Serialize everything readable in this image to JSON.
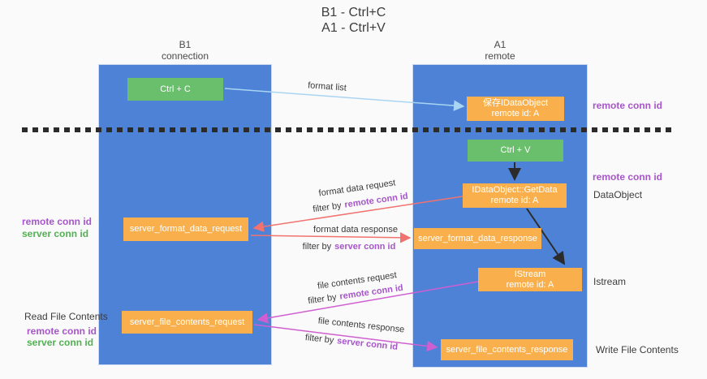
{
  "title": {
    "line1": "B1 - Ctrl+C",
    "line2": "A1 - Ctrl+V"
  },
  "lanes": {
    "b1": {
      "name": "B1",
      "role": "connection"
    },
    "a1": {
      "name": "A1",
      "role": "remote"
    }
  },
  "nodes": {
    "ctrl_c": {
      "label": "Ctrl + C"
    },
    "ctrl_v": {
      "label": "Ctrl + V"
    },
    "save_dataobject": {
      "line1": "保存IDataObject",
      "line2": "remote id: A"
    },
    "getdata": {
      "line1": "IDataObject::GetData",
      "line2": "remote id: A"
    },
    "istream": {
      "line1": "IStream",
      "line2": "remote id: A"
    },
    "server_format_data_request": {
      "label": "server_format_data_request"
    },
    "server_format_data_response": {
      "label": "server_format_data_response"
    },
    "server_file_contents_request": {
      "label": "server_file_contents_request"
    },
    "server_file_contents_response": {
      "label": "server_file_contents_response"
    }
  },
  "labels": {
    "format_list": "format list",
    "format_data_request": "format data request",
    "format_data_response": "format data response",
    "file_contents_request": "file contents request",
    "file_contents_response": "file contents response",
    "filter_by": "filter by",
    "remote_conn_id": "remote conn id",
    "server_conn_id": "server conn id",
    "read_file_contents": "Read File Contents",
    "write_file_contents": "Write File Contents",
    "dataobject": "DataObject",
    "istream_side": "Istream"
  },
  "colors": {
    "lane_blue": "#4d82d6",
    "node_orange": "#f9b04c",
    "node_green": "#6abf6d",
    "arrow_lightblue": "#a9d5f2",
    "arrow_salmon": "#f0736f",
    "arrow_magenta": "#cf5fd0",
    "arrow_black": "#2b2b2b",
    "text_purple": "#a855cb",
    "text_green": "#52b152"
  }
}
